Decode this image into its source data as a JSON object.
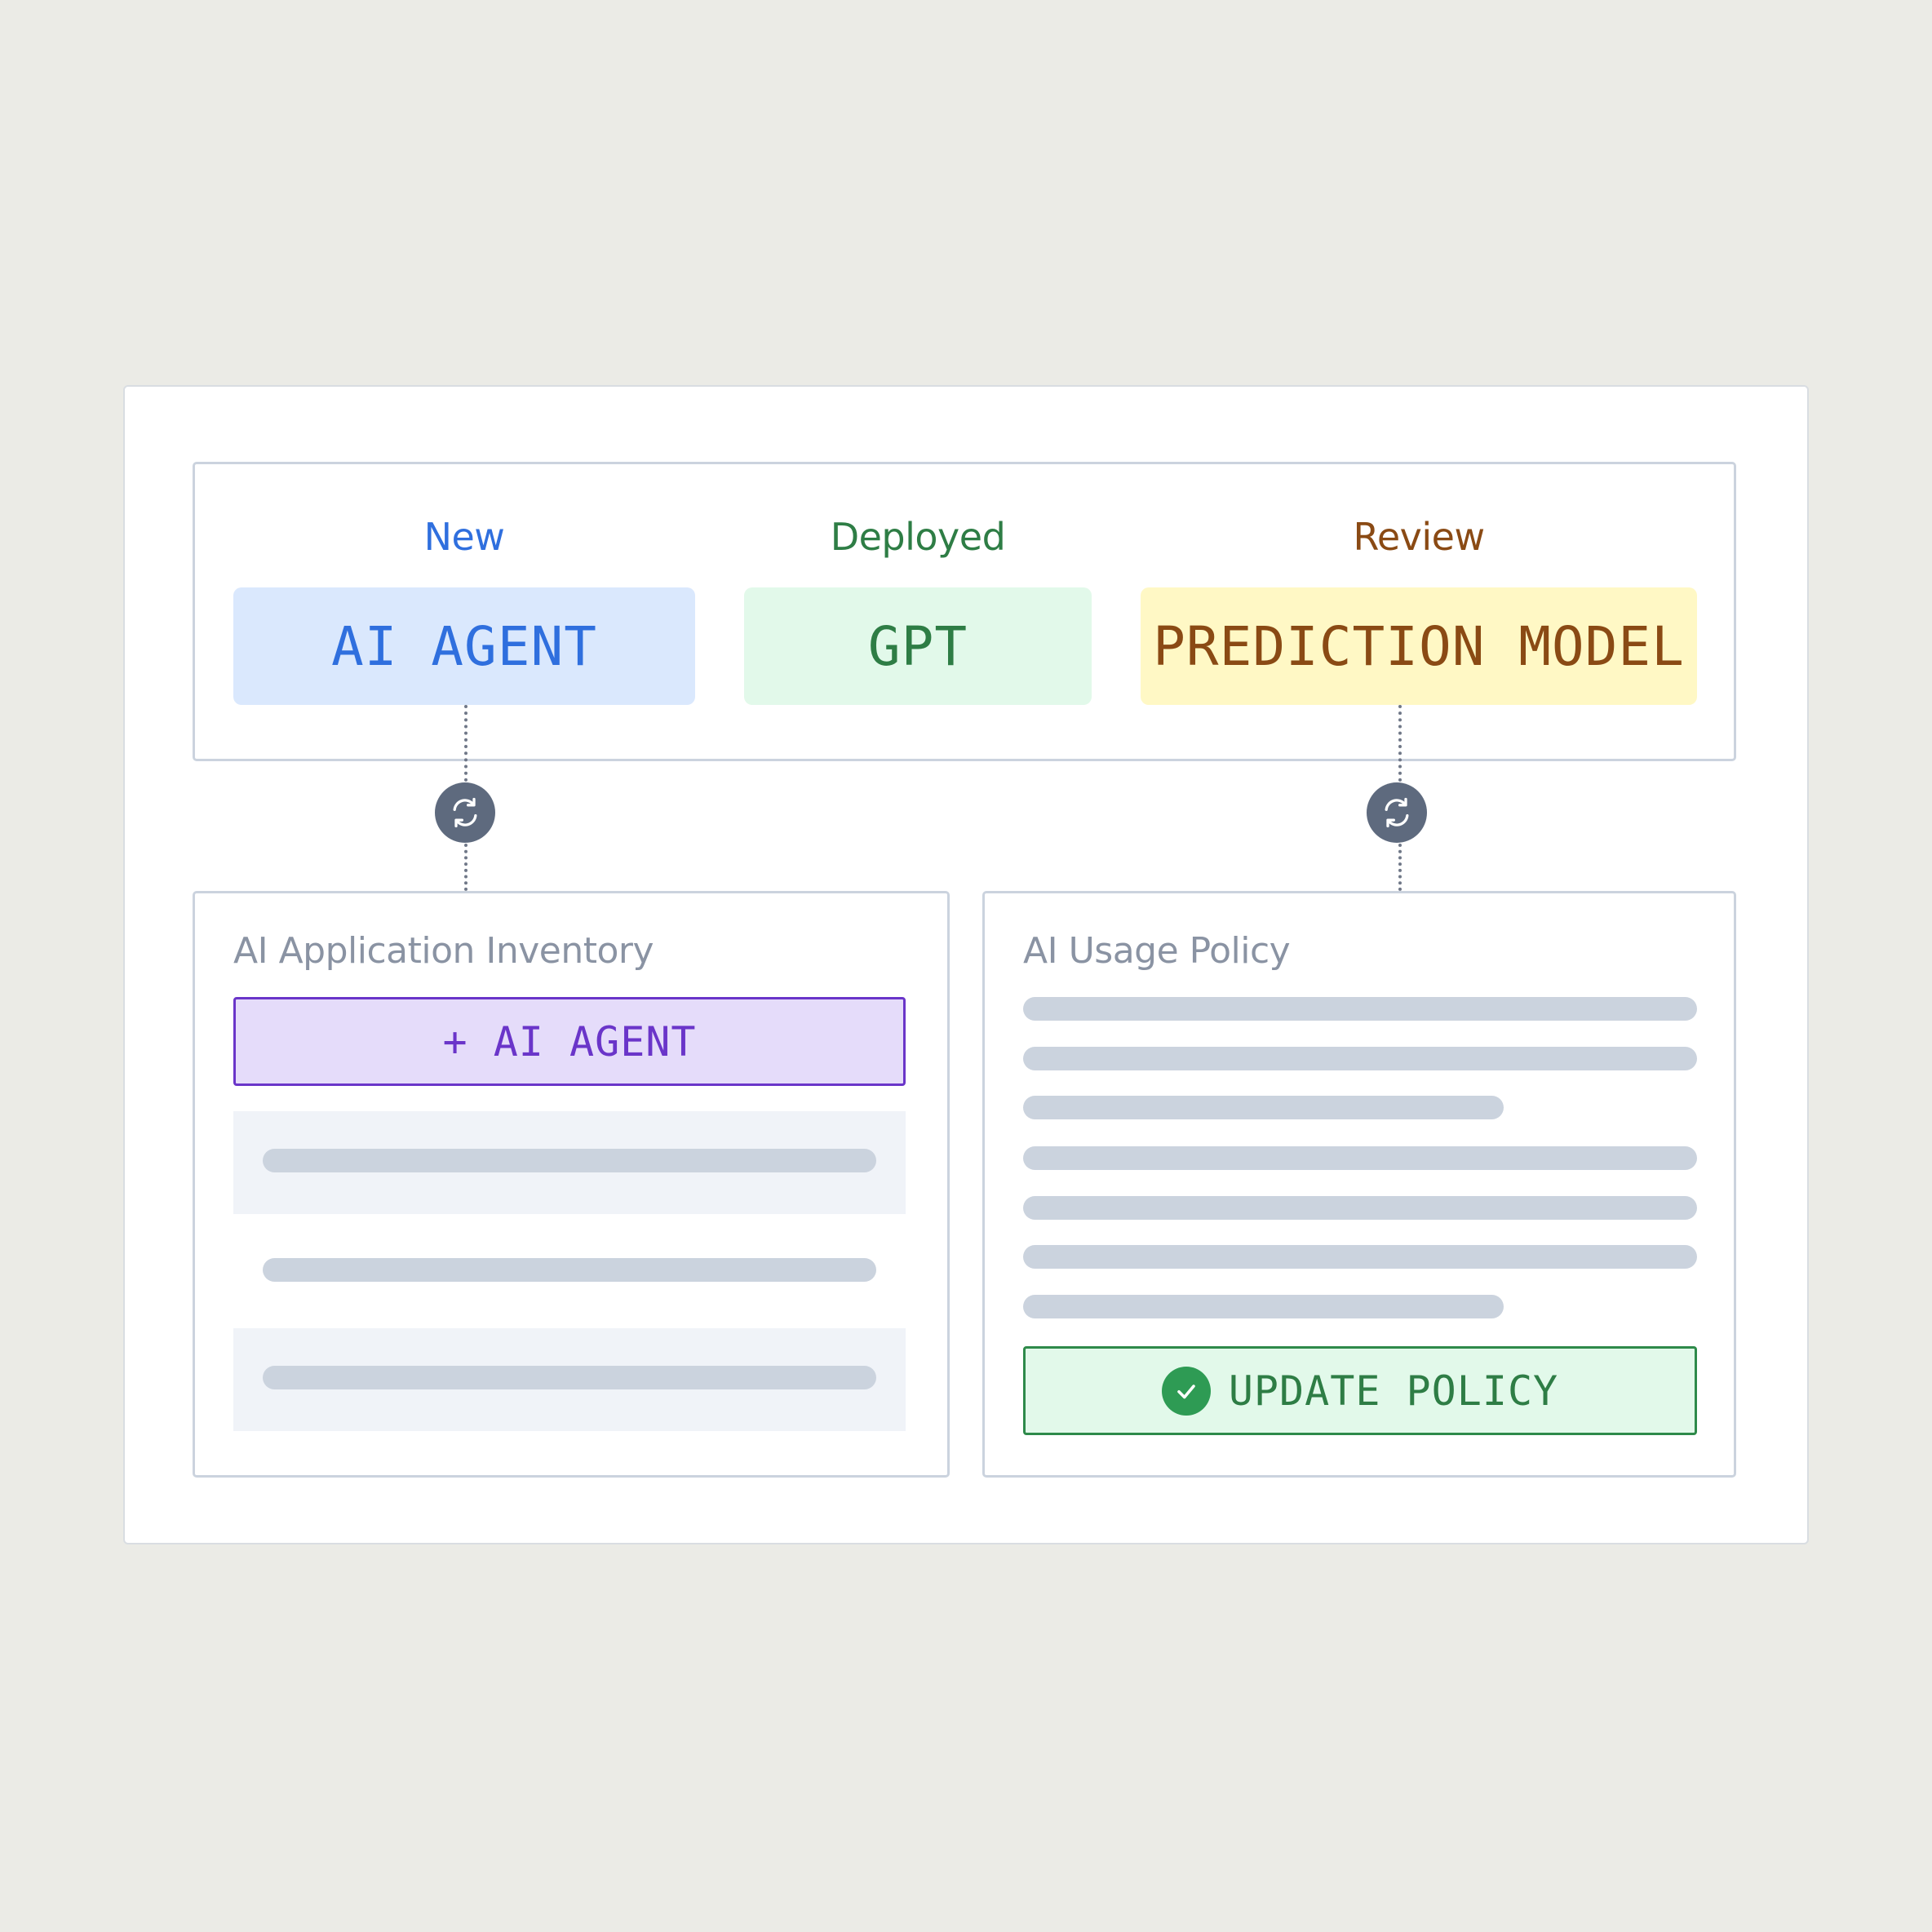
{
  "statuses": [
    {
      "label": "New",
      "chip": "AI AGENT",
      "color": "#2F6FDE",
      "bg": "#DAE8FD"
    },
    {
      "label": "Deployed",
      "chip": "GPT",
      "color": "#2E7D45",
      "bg": "#E2F9EA"
    },
    {
      "label": "Review",
      "chip": "PREDICTION MODEL",
      "color": "#8A4A14",
      "bg": "#FFF8C5"
    }
  ],
  "connectors": {
    "icon": "sync-icon"
  },
  "inventory": {
    "title": "AI Application Inventory",
    "add_button_label": "+ AI AGENT",
    "accent": "#6A35C9"
  },
  "policy": {
    "title": "AI Usage Policy",
    "update_button_label": "UPDATE POLICY",
    "update_icon": "check-circle-icon",
    "accent": "#2E8A4A"
  }
}
